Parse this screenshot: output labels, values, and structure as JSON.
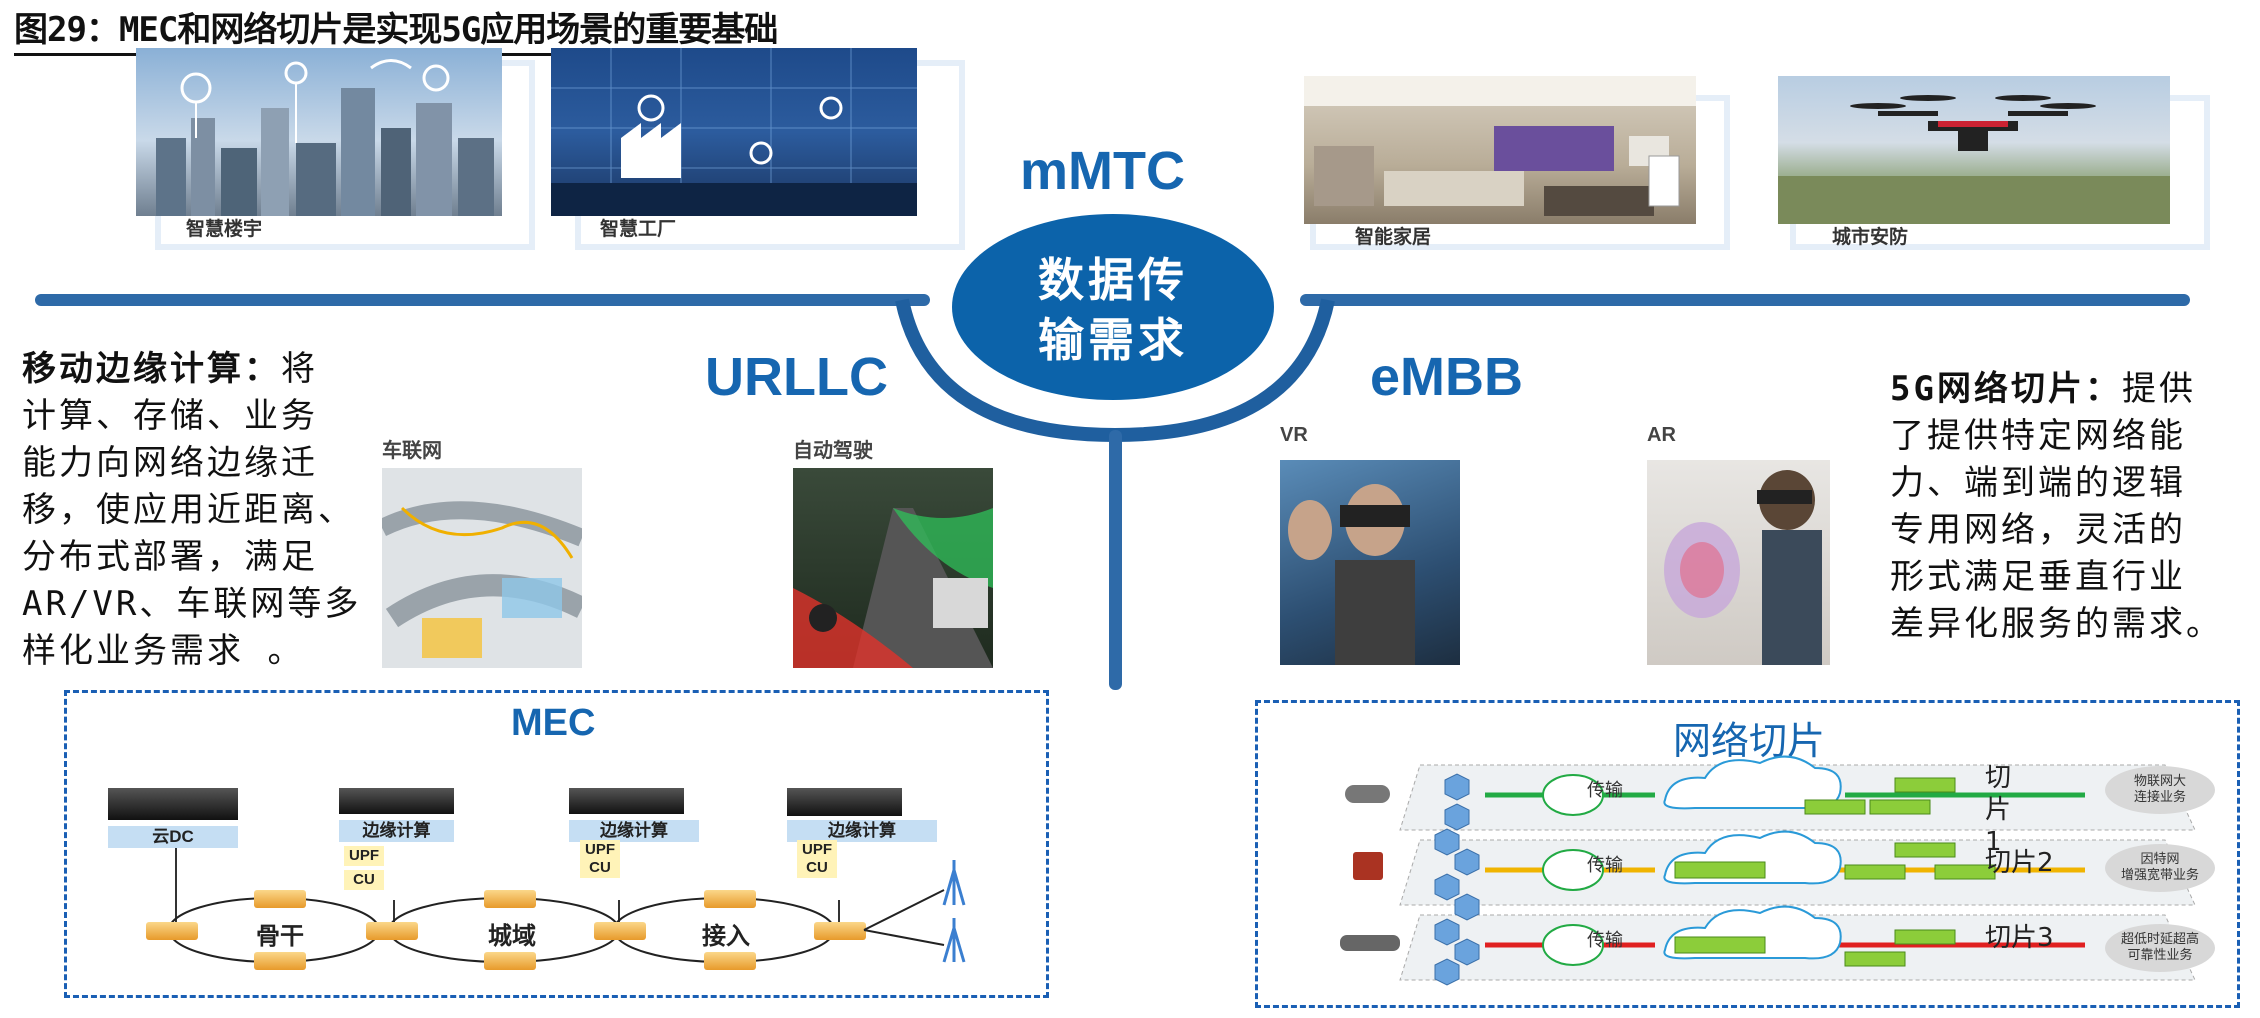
{
  "figure_title": "图29：MEC和网络切片是实现5G应用场景的重要基础",
  "center": {
    "line1": "数据传",
    "line2": "输需求"
  },
  "scenarios": {
    "mmtc": "mMTC",
    "urllc": "URLLC",
    "embb": "eMBB"
  },
  "top_photos": [
    {
      "caption": "智慧楼宇",
      "icon": "smart-building-photo"
    },
    {
      "caption": "智慧工厂",
      "icon": "smart-factory-photo"
    },
    {
      "caption": "智能家居",
      "icon": "smart-home-photo"
    },
    {
      "caption": "城市安防",
      "icon": "city-security-drone-photo"
    }
  ],
  "urllc_photos": [
    {
      "caption": "车联网",
      "icon": "vehicle-network-photo"
    },
    {
      "caption": "自动驾驶",
      "icon": "autonomous-driving-photo"
    }
  ],
  "embb_photos": [
    {
      "caption": "VR",
      "icon": "vr-photo"
    },
    {
      "caption": "AR",
      "icon": "ar-photo"
    }
  ],
  "left_text": {
    "bold": "移动边缘计算：",
    "lines": [
      "将",
      "计算、存储、业务",
      "能力向网络边缘迁",
      "移，使应用近距离、",
      "分布式部署，满足",
      "AR/VR、车联网等多",
      "样化业务需求 。"
    ]
  },
  "right_text": {
    "bold": "5G网络切片：",
    "lines": [
      "提供",
      "了提供特定网络能",
      "力、端到端的逻辑",
      "专用网络，灵活的",
      "形式满足垂直行业",
      "差异化服务的需求。"
    ]
  },
  "mec": {
    "title": "MEC",
    "cloud_dc": "云DC",
    "edge_label": "边缘计算",
    "upf": "UPF",
    "cu": "CU",
    "segments": [
      "骨干",
      "城域",
      "接入"
    ]
  },
  "slicing": {
    "title": "网络切片",
    "transport": "传输",
    "slices": [
      {
        "label": "切片1",
        "service": [
          "物联网大",
          "连接业务"
        ],
        "color": "#22aa44"
      },
      {
        "label": "切片2",
        "service": [
          "因特网",
          "增强宽带业务"
        ],
        "color": "#f0b400"
      },
      {
        "label": "切片3",
        "service": [
          "超低时延超高",
          "可靠性业务"
        ],
        "color": "#e02020"
      }
    ]
  }
}
